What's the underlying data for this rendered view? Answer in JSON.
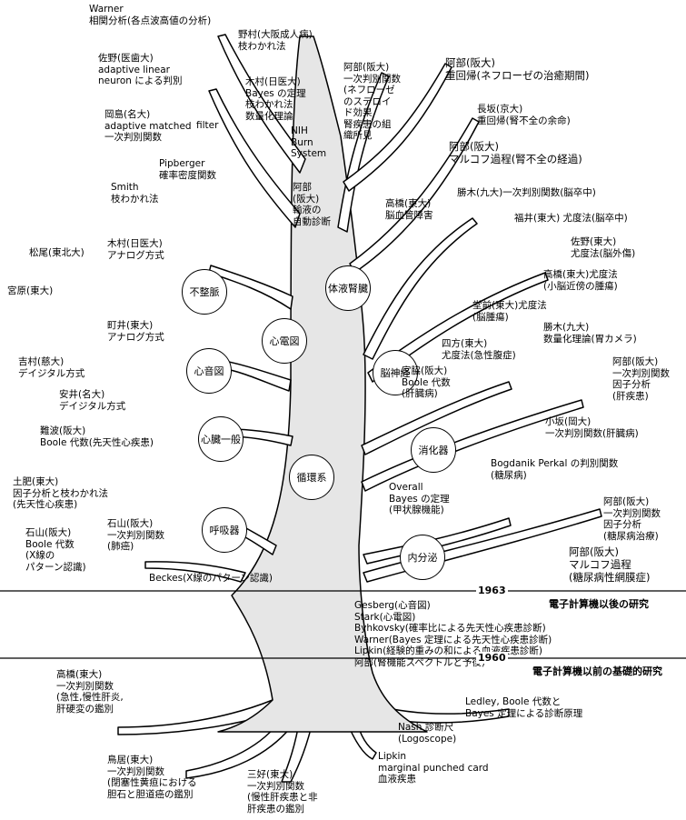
{
  "nodes": {
    "fuseimyaku": "不整脈",
    "shindenzu": "心電図",
    "shinonzu": "心音図",
    "shinzo_ippan": "心臓一般",
    "junkankei": "循環系",
    "kokyuki": "呼吸器",
    "taieki_jinzo": "体液腎臓",
    "noshinkei": "脳神経",
    "shokaki": "消化器",
    "naibunpi": "内分泌"
  },
  "labels": {
    "warner": "Warner\n相関分析(各点波高値の分析)",
    "nomura": "野村(大阪成人病)\n枝わかれ法",
    "sano": "佐野(医歯大)\nadaptive linear\nneuron による判別",
    "kimura_bayes": "木村(日医大)\nBayes の定理\n枝わかれ法\n数量化理論",
    "abe_ippan": "阿部(阪大)\n一次判別関数\n(ネフローゼ\nのステロイ\nド効果\n腎疾患の組\n織所見",
    "abe_kaiki": "阿部(阪大)\n重回帰(ネフローゼの治癒期間)",
    "nagasaka": "長坂(京大)\n重回帰(腎不全の余命)",
    "abe_markov": "阿部(阪大)\nマルコフ過程(腎不全の経過)",
    "okajima": "岡島(名大)\nadaptive matched\n一次判別関数",
    "filter": "filter",
    "nih": "NIH\nBurn\nSystem",
    "pipberger": "Pipberger\n確率密度関数",
    "smith": "Smith\n枝わかれ法",
    "abe_yueki": "阿部\n(阪大)\n輸液の\n自動診断",
    "takahashi_nou": "高橋(東大)\n脳血管障害",
    "katsuki_nou": "勝木(九大)一次判別関数(脳卒中)",
    "fukui": "福井(東大) 尤度法(脳卒中)",
    "matsuo": "松尾(東北大)",
    "kimura_analog": "木村(日医大)\nアナログ方式",
    "miyahara": "宮原(東大)",
    "sano_todai": "佐野(東大)\n尤度法(脳外傷)",
    "takahashi_yudo": "高橋(東大)尤度法\n(小脳近傍の腫瘍)",
    "domae": "堂前(東大)尤度法\n(脳腫瘍)",
    "machii": "町井(東大)\nアナログ方式",
    "katsuki_camera": "勝木(九大)\n数量化理論(胃カメラ)",
    "shikata": "四方(東大)\n尤度法(急性腹症)",
    "yoshimura": "吉村(慈大)\nデイジタル方式",
    "miyawaki": "宮脇(阪大)\nBoole 代数\n(肝臓病)",
    "abe_kanshikkan": "阿部(阪大)\n一次判別関数\n因子分析\n(肝疾患)",
    "yasui": "安井(名大)\nデイジタル方式",
    "namba": "難波(阪大)\nBoole 代数(先天性心疾患)",
    "kosaka": "小坂(岡大)\n一次判別関数(肝臓病)",
    "bogdanik": "Bogdanik Perkal の判別関数\n(糖尿病)",
    "dohi": "土肥(東大)\n因子分析と枝わかれ法\n(先天性心疾患)",
    "overall": "Overall\nBayes の定理\n(甲状腺機能)",
    "ishiyama_hai": "石山(阪大)\n一次判別関数\n(肺癌)",
    "ishiyama_bool": "石山(阪大)\nBoole 代数\n(X線の\nパターン認識)",
    "abe_tonyo": "阿部(阪大)\n一次判別関数\n因子分析\n(糖尿病治療)",
    "abe_markov_tonyo": "阿部(阪大)\nマルコフ過程\n(糖尿病性網膜症)",
    "beckes": "Beckes(X線のパターン認識)",
    "post_list": "Gesberg(心音図)\nStark(心電図)\nByhkovsky(確率比による先天性心疾患診断)\nWarner(Bayes 定理による先天性心疾患診断)\nLipkin(経験的重みの和による血液疾患診断)\n阿部(腎機能スペクトルと予後)",
    "takahashi_ippan": "高橋(東大)\n一次判別関数\n(急性,慢性肝炎,\n肝硬変の鑑別",
    "ledley": "Ledley, Boole 代数と\nBayes 定理による診断原理",
    "nash": "Nash 診断尺\n(Logoscope)",
    "lipkin": "Lipkin\nmarginal punched card\n血液疾患",
    "torii": "鳥居(東大)\n一次判別関数\n(閉塞性黄疸における\n胆石と胆道癌の鑑別",
    "miyoshi": "三好(東大)\n一次判別関数\n(慢性肝疾患と非\n肝疾患の鑑別"
  },
  "timeline": {
    "year_1963": "1963",
    "year_1960": "1960",
    "after_computers": "電子計算機以後の研究",
    "before_computers": "電子計算機以前の基礎的研究"
  }
}
